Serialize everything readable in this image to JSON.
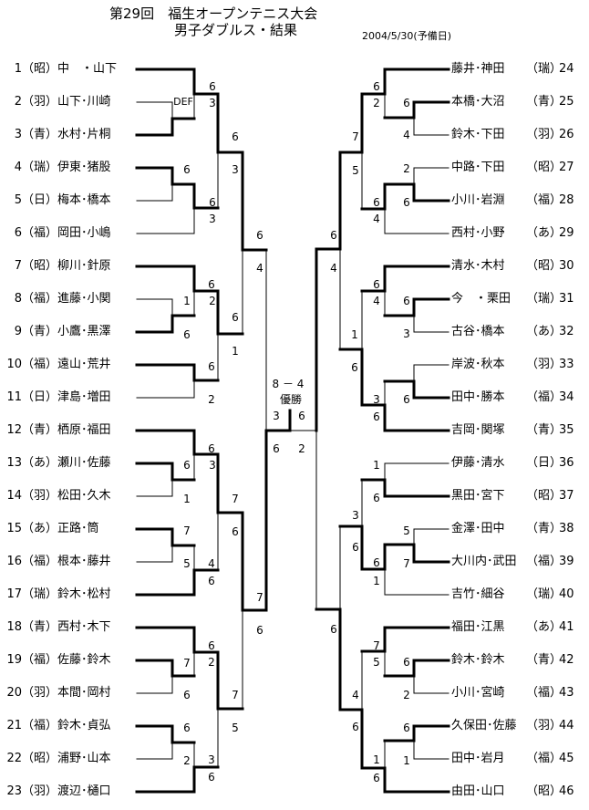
{
  "header": {
    "title": "第29回　福生オープンテニス大会",
    "subtitle": "男子ダブルス・結果",
    "date": "2004/5/30(予備日)"
  },
  "left_entries": [
    {
      "no": "1",
      "club": "（昭）",
      "names": "中　・山下"
    },
    {
      "no": "2",
      "club": "（羽）",
      "names": "山下･川崎"
    },
    {
      "no": "3",
      "club": "（青）",
      "names": "水村･片桐"
    },
    {
      "no": "4",
      "club": "（瑞）",
      "names": "伊東･猪股"
    },
    {
      "no": "5",
      "club": "（日）",
      "names": "梅本･橋本"
    },
    {
      "no": "6",
      "club": "（福）",
      "names": "岡田･小嶋"
    },
    {
      "no": "7",
      "club": "（昭）",
      "names": "柳川･針原"
    },
    {
      "no": "8",
      "club": "（福）",
      "names": "進藤･小関"
    },
    {
      "no": "9",
      "club": "（青）",
      "names": "小鷹･黒澤"
    },
    {
      "no": "10",
      "club": "（福）",
      "names": "遠山･荒井"
    },
    {
      "no": "11",
      "club": "（日）",
      "names": "津島･増田"
    },
    {
      "no": "12",
      "club": "（青）",
      "names": "栖原･福田"
    },
    {
      "no": "13",
      "club": "（あ）",
      "names": "瀬川･佐藤"
    },
    {
      "no": "14",
      "club": "（羽）",
      "names": "松田･久木"
    },
    {
      "no": "15",
      "club": "（あ）",
      "names": "正路･筒"
    },
    {
      "no": "16",
      "club": "（福）",
      "names": "根本･藤井"
    },
    {
      "no": "17",
      "club": "（瑞）",
      "names": "鈴木･松村"
    },
    {
      "no": "18",
      "club": "（青）",
      "names": "西村･木下"
    },
    {
      "no": "19",
      "club": "（福）",
      "names": "佐藤･鈴木"
    },
    {
      "no": "20",
      "club": "（羽）",
      "names": "本間･岡村"
    },
    {
      "no": "21",
      "club": "（福）",
      "names": "鈴木･貞弘"
    },
    {
      "no": "22",
      "club": "（昭）",
      "names": "浦野･山本"
    },
    {
      "no": "23",
      "club": "（羽）",
      "names": "渡辺･樋口"
    }
  ],
  "right_entries": [
    {
      "no": "24",
      "club": "（瑞）",
      "names": "藤井･神田"
    },
    {
      "no": "25",
      "club": "（青）",
      "names": "本橋･大沼"
    },
    {
      "no": "26",
      "club": "（羽）",
      "names": "鈴木･下田"
    },
    {
      "no": "27",
      "club": "（昭）",
      "names": "中路･下田"
    },
    {
      "no": "28",
      "club": "（福）",
      "names": "小川･岩淵"
    },
    {
      "no": "29",
      "club": "（あ）",
      "names": "西村･小野"
    },
    {
      "no": "30",
      "club": "（昭）",
      "names": "清水･木村"
    },
    {
      "no": "31",
      "club": "（瑞）",
      "names": "今　・栗田"
    },
    {
      "no": "32",
      "club": "（あ）",
      "names": "古谷･橋本"
    },
    {
      "no": "33",
      "club": "（羽）",
      "names": "岸波･秋本"
    },
    {
      "no": "34",
      "club": "（福）",
      "names": "田中･勝本"
    },
    {
      "no": "35",
      "club": "（青）",
      "names": "吉岡･関塚"
    },
    {
      "no": "36",
      "club": "（日）",
      "names": "伊藤･清水"
    },
    {
      "no": "37",
      "club": "（昭）",
      "names": "黒田･宮下"
    },
    {
      "no": "38",
      "club": "（青）",
      "names": "金澤･田中"
    },
    {
      "no": "39",
      "club": "（福）",
      "names": "大川内･武田"
    },
    {
      "no": "40",
      "club": "（瑞）",
      "names": "吉竹･細谷"
    },
    {
      "no": "41",
      "club": "（あ）",
      "names": "福田･江黒"
    },
    {
      "no": "42",
      "club": "（青）",
      "names": "鈴木･鈴木"
    },
    {
      "no": "43",
      "club": "（福）",
      "names": "小川･宮崎"
    },
    {
      "no": "44",
      "club": "（羽）",
      "names": "久保田･佐藤"
    },
    {
      "no": "45",
      "club": "（福）",
      "names": "田中･岩月"
    },
    {
      "no": "46",
      "club": "（昭）",
      "names": "由田･山口"
    }
  ],
  "scores": {
    "left": [
      "6",
      "DEF",
      "3",
      "6",
      "6",
      "3",
      "6",
      "3",
      "6",
      "1",
      "2",
      "6",
      "6",
      "1",
      "6",
      "2",
      "6",
      "4",
      "6",
      "6",
      "3",
      "1",
      "7",
      "7",
      "6",
      "5",
      "4",
      "6",
      "7",
      "6",
      "6",
      "7",
      "2",
      "6",
      "7",
      "5",
      "6",
      "2",
      "3",
      "6"
    ],
    "right": [
      "6",
      "2",
      "6",
      "4",
      "7",
      "5",
      "2",
      "6",
      "6",
      "4",
      "6",
      "4",
      "6",
      "4",
      "6",
      "3",
      "1",
      "6",
      "3",
      "6",
      "6",
      "1",
      "6",
      "3",
      "5",
      "6",
      "6",
      "7",
      "1",
      "6",
      "7",
      "5",
      "6",
      "2",
      "4",
      "6",
      "6",
      "1",
      "1",
      "6"
    ]
  },
  "final": {
    "game_score": "8 － 4",
    "champion_label": "優勝",
    "left_semi": [
      "3",
      "6"
    ],
    "right_semi": [
      "6",
      "2"
    ]
  }
}
